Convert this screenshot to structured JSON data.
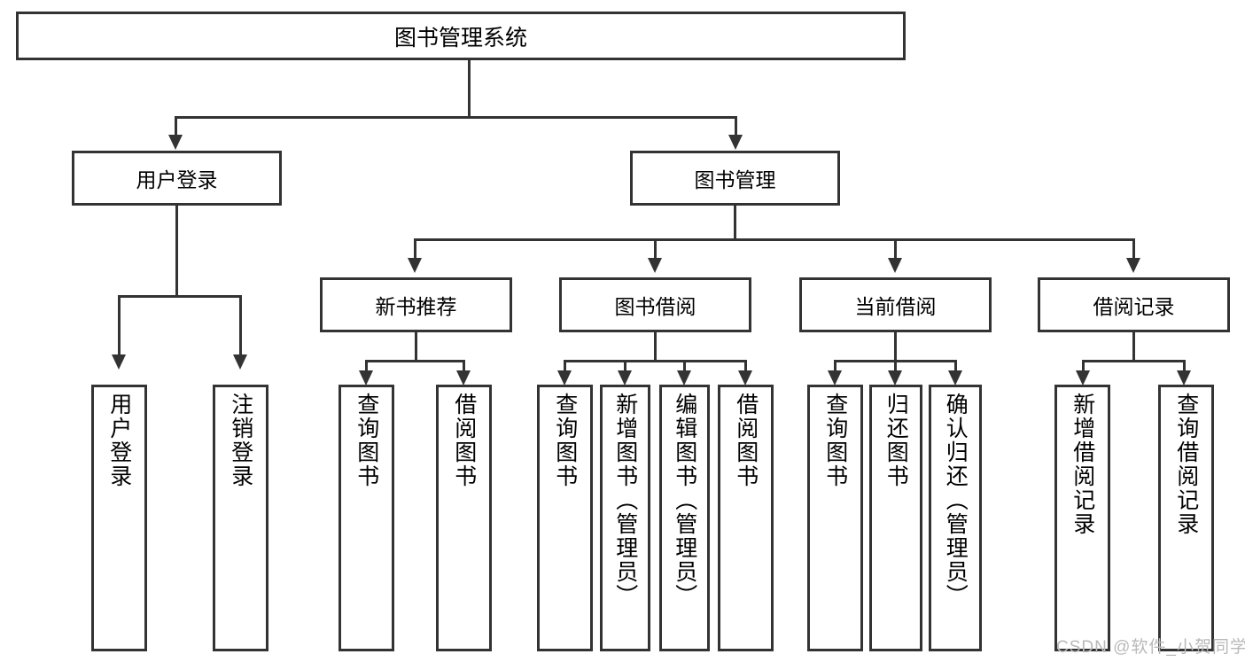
{
  "diagram": {
    "title": "图书管理系统",
    "watermark": "CSDN @软件_小贺同学",
    "colors": {
      "stroke": "#333333",
      "fill": "#ffffff",
      "text": "#000000",
      "watermark": "#b9b9b9"
    },
    "root": {
      "label": "图书管理系统"
    },
    "level2": [
      {
        "label": "用户登录"
      },
      {
        "label": "图书管理"
      }
    ],
    "level3": [
      {
        "label": "新书推荐"
      },
      {
        "label": "图书借阅"
      },
      {
        "label": "当前借阅"
      },
      {
        "label": "借阅记录"
      }
    ],
    "leaves": {
      "user_login": [
        {
          "label": "用户登录"
        },
        {
          "label": "注销登录"
        }
      ],
      "new_book_recommend": [
        {
          "label": "查询图书"
        },
        {
          "label": "借阅图书"
        }
      ],
      "book_borrow": [
        {
          "label": "查询图书"
        },
        {
          "label": "新增图书（管理员）"
        },
        {
          "label": "编辑图书（管理员）"
        },
        {
          "label": "借阅图书"
        }
      ],
      "current_borrow": [
        {
          "label": "查询图书"
        },
        {
          "label": "归还图书"
        },
        {
          "label": "确认归还（管理员）"
        }
      ],
      "borrow_record": [
        {
          "label": "新增借阅记录"
        },
        {
          "label": "查询借阅记录"
        }
      ]
    }
  }
}
